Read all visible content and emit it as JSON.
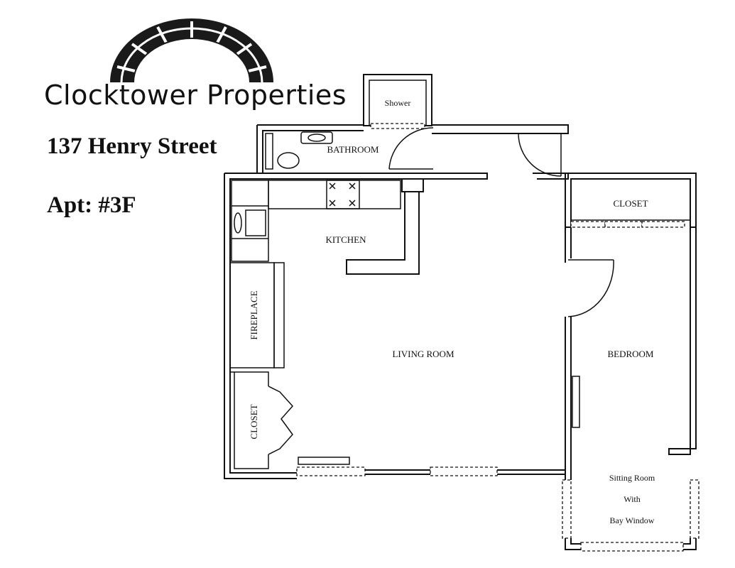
{
  "header": {
    "company_name": "Clocktower Properties",
    "address": "137 Henry Street",
    "apartment": "Apt: #3F"
  },
  "rooms": {
    "shower": "Shower",
    "bathroom": "BATHROOM",
    "kitchen": "KITCHEN",
    "closet_bedroom": "CLOSET",
    "fireplace": "FIREPLACE",
    "closet_living": "CLOSET",
    "living_room": "LIVING ROOM",
    "bedroom": "BEDROOM",
    "sitting_line1": "Sitting Room",
    "sitting_line2": "With",
    "sitting_line3": "Bay Window"
  }
}
